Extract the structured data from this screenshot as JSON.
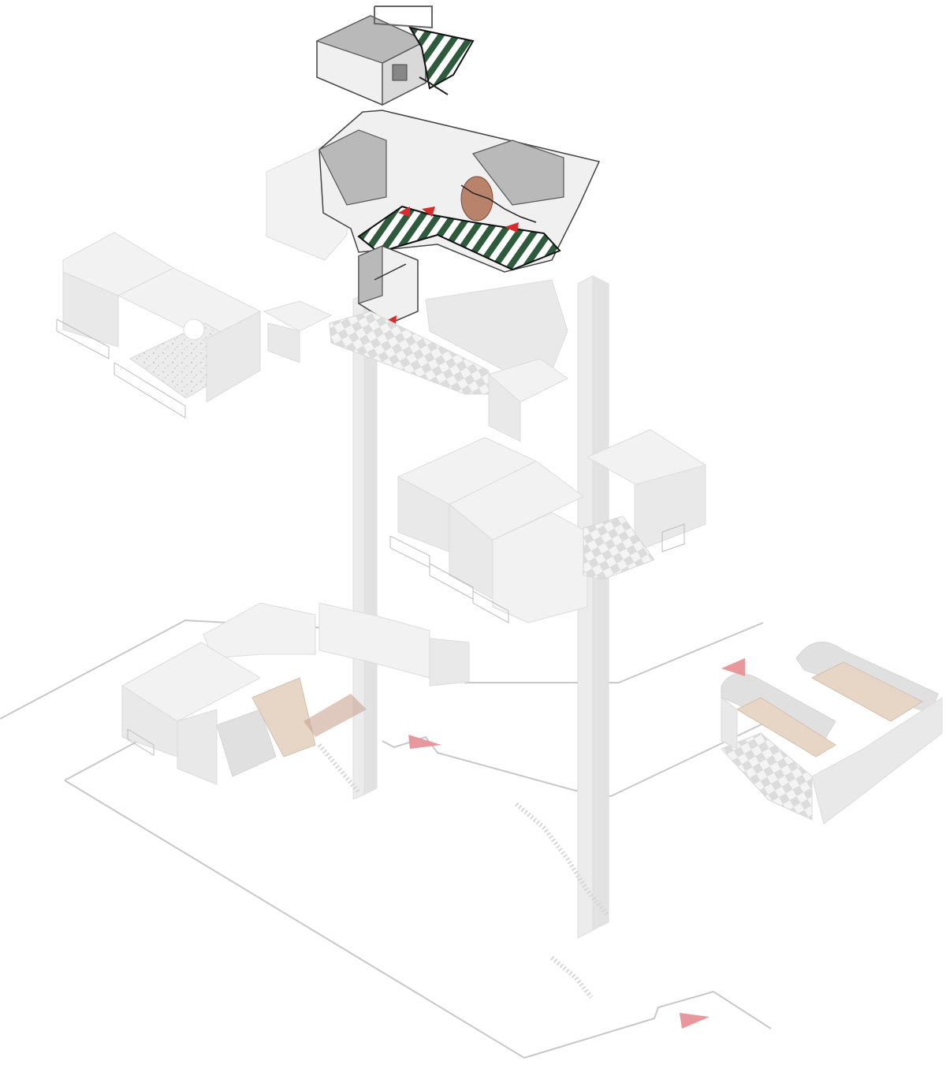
{
  "diagram": {
    "type": "exploded-axonometric",
    "colors": {
      "background": "#ffffff",
      "ghost_volume": "#f2f2f2",
      "outline": "#c8c8c8",
      "highlight_cut": "#d9d9d9",
      "stripe_green": "#2f5b3d",
      "marker_red": "#d92b2b",
      "marker_pink": "#e8989c",
      "wood": "#b9826a"
    },
    "icons": [
      "entry-arrow-marker",
      "stair-flight",
      "balcony-railing"
    ]
  }
}
